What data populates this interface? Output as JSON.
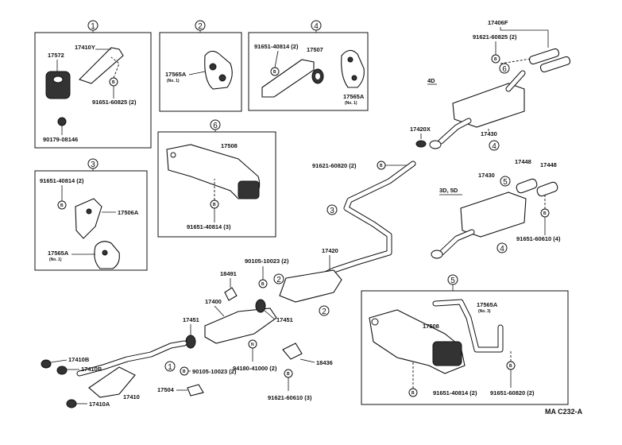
{
  "labels": {
    "circle_1": "1",
    "circle_2": "2",
    "circle_3": "3",
    "circle_4": "4",
    "circle_5": "5",
    "circle_6": "6",
    "p17410Y": "17410Y",
    "p17572": "17572",
    "p91651_60825": "91651-60825 (2)",
    "p90179": "90179-08146",
    "p17565A_b2": "17565A",
    "no1": "(No. 1)",
    "p91651_40814": "91651-40814 (2)",
    "p17507": "17507",
    "p17565A_b4": "17565A",
    "p17406F": "17406F",
    "p91621_60825": "91621-60825 (2)",
    "model_4D": "4D",
    "p17430": "17430",
    "p17420X": "17420X",
    "p91621_60820": "91621-60820 (2)",
    "p17508": "17508",
    "p91651_40814_3": "91651-40814 (3)",
    "p17506A": "17506A",
    "p17448": "17448",
    "model_3D5D": "3D, 5D",
    "p91651_60610": "91651-60610 (4)",
    "p17420": "17420",
    "p90105_10023": "90105-10023 (2)",
    "p18491": "18491",
    "p17400": "17400",
    "p17451": "17451",
    "p94180": "94180-41000 (2)",
    "p18436": "18436",
    "p91621_60610": "91621-60610 (3)",
    "p17410B": "17410B",
    "p17410": "17410",
    "p17504": "17504",
    "p17410A": "17410A",
    "p17565A_no3": "17565A",
    "no3": "(No. 3)",
    "p91651_60820": "91651-60820 (2)",
    "letter_B": "B",
    "letter_N": "N",
    "ref_code": "MA C232-A"
  }
}
